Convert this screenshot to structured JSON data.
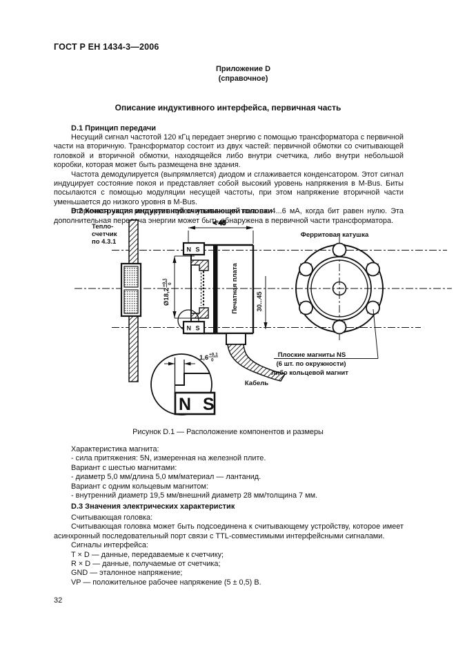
{
  "page": {
    "header": "ГОСТ Р ЕН 1434-3—2006",
    "page_number": "32"
  },
  "annex": {
    "label": "Приложение D",
    "kind": "(справочное)",
    "title": "Описание индуктивного интерфейса, первичная часть"
  },
  "d1": {
    "heading": "D.1  Принцип передачи",
    "para1": "Несущий сигнал частотой 120 кГц передает энергию с помощью трансформатора с первичной части на вторичную. Трансформатор состоит из двух частей: первичной обмотки со считывающей головкой и вторичной обмотки, находящейся либо внутри счетчика, либо внутри небольшой коробки, которая может быть размещена вне здания.",
    "para2": "Частота демодулируется (выпрямляется) диодом и сглаживается конденсатором. Этот сигнал индуцирует состояние покоя и представляет собой высокий уровень напряжения в M-Bus. Биты посылаются с помощью модуляции несущей частоты, при этом напряжение вторичной части уменьшается до низкого уровня в M-Bus.",
    "para3": "Вторичная часть реагирует путем увеличения тока на 4...6 мА, когда бит равен нулю. Эта дополнительная передача энергии может быть обнаружена в первичной части трансформатора."
  },
  "d2": {
    "heading": "D.2 Конструкция индуктивной считывающей головки"
  },
  "figure": {
    "caption": "Рисунок D.1 — Расположение компонентов и размеры",
    "labels": {
      "heat_meter_line1": "Тепло-",
      "heat_meter_line2": "счетчик",
      "heat_meter_line3": "по 4.3.1",
      "ferrite_coil": "Ферритовая катушка",
      "pcb": "Печатная плата",
      "cable": "Кабель",
      "magnets_line1": "Плоские магниты NS",
      "magnets_line2": "(6 шт. по окружности)",
      "magnets_line3": "либо кольцевой магнит",
      "ns_top": "N S",
      "ns_bottom": "N S",
      "ns_detail": "N S",
      "dim_width": "< 45",
      "dim_depth": "30...45",
      "dim_diameter": "Ø18,2",
      "dim_diameter_tol_plus": "+0,1",
      "dim_diameter_tol_zero": "0",
      "dim_gap": "1,6",
      "dim_gap_tol_plus": "+0,1",
      "dim_gap_tol_zero": "0"
    }
  },
  "magnet_info": {
    "lines": [
      "Характеристика магнита:",
      "- сила притяжения: 5N, измеренная на железной плите.",
      "Вариант с шестью магнитами:",
      "- диаметр 5,0 мм/длина 5,0 мм/материал — лантанид.",
      "Вариант с одним кольцевым магнитом:",
      "- внутренний диаметр 19,5 мм/внешний диаметр 28 мм/толщина 7 мм."
    ]
  },
  "d3": {
    "heading": "D.3  Значения электрических характеристик",
    "reading_head_label": "Считывающая головка:",
    "para": "Считывающая головка может быть подсоединена к считывающему устройству, которое имеет асинхронный последовательный порт связи с TTL-совместимыми интерфейсными сигналами.",
    "signals_label": "Сигналы интерфейса:",
    "signals": [
      "T × D — данные, передаваемые к счетчику;",
      "R × D — данные, получаемые от счетчика;",
      "GND — эталонное напряжение;",
      "VP — положительное рабочее напряжение (5 ± 0,5) В."
    ]
  },
  "colors": {
    "ink": "#111111",
    "paper": "#ffffff"
  }
}
